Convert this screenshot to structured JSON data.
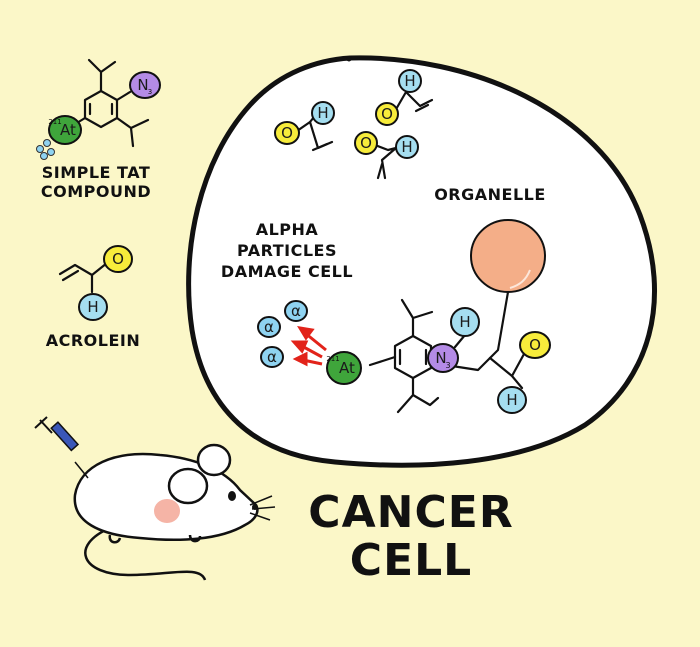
{
  "labels": {
    "simple_tat": [
      "SIMPLE TAT",
      "COMPOUND"
    ],
    "acrolein": "ACROLEIN",
    "alpha": [
      "ALPHA",
      "PARTICLES",
      "DAMAGE CELL"
    ],
    "organelle": "ORGANELLE",
    "cancer_cell": [
      "CANCER",
      "CELL"
    ]
  },
  "atoms": {
    "astatine": "At",
    "astatine_mass": "211",
    "nitrogen": "N",
    "nitrogen_sub": "3",
    "hydrogen": "H",
    "oxygen": "O",
    "alpha": "α"
  },
  "colors": {
    "background": "#fbf7c8",
    "cell_fill": "#ffffff",
    "hydrogen": "#a5def0",
    "oxygen": "#f7ec3b",
    "nitrogen": "#b48be6",
    "astatine": "#3fa53b",
    "alpha": "#8fd3f1",
    "organelle": "#f4ae88",
    "arrow": "#e2231a",
    "mouse_spot": "#f5b4a6",
    "syringe": "#3a57b8"
  }
}
